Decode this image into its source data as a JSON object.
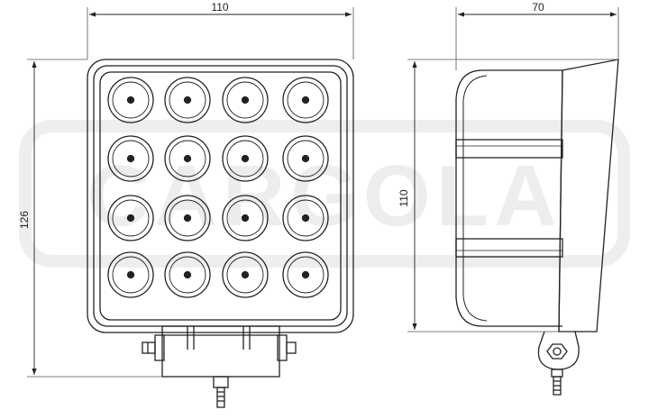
{
  "dimensions": {
    "front_width": "110",
    "front_height": "126",
    "side_depth": "70",
    "side_height": "110"
  },
  "watermark": {
    "text": "CARGOLA"
  },
  "front_view": {
    "led_rows": 4,
    "led_cols": 4
  },
  "colors": {
    "line": "#222222",
    "watermark": "#ededed",
    "background": "#ffffff"
  }
}
